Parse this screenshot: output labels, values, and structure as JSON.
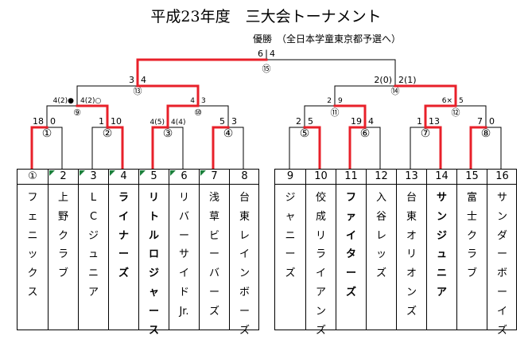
{
  "title": "平成23年度　三大会トーナメント",
  "subtitle": "優勝　（全日本学童東京都予選へ）",
  "colors": {
    "winner_line": "#e8202a",
    "line": "#000000",
    "seed_flag": "#1a7f3a"
  },
  "teams": [
    {
      "no": "①",
      "name": "フェニックス",
      "winner": false,
      "flag": false
    },
    {
      "no": "2",
      "name": "上野クラブ",
      "winner": false,
      "flag": true
    },
    {
      "no": "3",
      "name": "LCジュニア",
      "winner": false,
      "flag": true
    },
    {
      "no": "4",
      "name": "ライナーズ",
      "winner": true,
      "flag": true
    },
    {
      "no": "5",
      "name": "リトルロジャース",
      "winner": true,
      "flag": true
    },
    {
      "no": "6",
      "name": "リバーサイドJr.",
      "winner": false,
      "flag": true
    },
    {
      "no": "7",
      "name": "浅草ビーバーズ",
      "winner": false,
      "flag": true
    },
    {
      "no": "8",
      "name": "台東レインボーズ",
      "winner": false,
      "flag": false
    },
    {
      "no": "9",
      "name": "ジャニーズ",
      "winner": false,
      "flag": false
    },
    {
      "no": "10",
      "name": "佼成リライアンズ",
      "winner": false,
      "flag": false
    },
    {
      "no": "11",
      "name": "ファイターズ",
      "winner": true,
      "flag": false
    },
    {
      "no": "12",
      "name": "入谷レッズ",
      "winner": false,
      "flag": false
    },
    {
      "no": "13",
      "name": "台東オリオンズ",
      "winner": false,
      "flag": false
    },
    {
      "no": "14",
      "name": "サンジュニア",
      "winner": true,
      "flag": false
    },
    {
      "no": "15",
      "name": "富士クラブ",
      "winner": false,
      "flag": false
    },
    {
      "no": "16",
      "name": "サンダーボーイズ",
      "winner": false,
      "flag": false
    }
  ],
  "matches": [
    {
      "no": "①",
      "left": {
        "teams": [
          0
        ],
        "score": "18"
      },
      "right": {
        "teams": [
          1
        ],
        "score": "0"
      },
      "winner": "left"
    },
    {
      "no": "②",
      "left": {
        "teams": [
          2
        ],
        "score": "1"
      },
      "right": {
        "teams": [
          3
        ],
        "score": "10"
      },
      "winner": "right"
    },
    {
      "no": "③",
      "left": {
        "teams": [
          4
        ],
        "score": "4(5)"
      },
      "right": {
        "teams": [
          5
        ],
        "score": "4(4)"
      },
      "winner": "left"
    },
    {
      "no": "④",
      "left": {
        "teams": [
          6
        ],
        "score": "5"
      },
      "right": {
        "teams": [
          7
        ],
        "score": "3"
      },
      "winner": "left"
    },
    {
      "no": "⑤",
      "left": {
        "teams": [
          8
        ],
        "score": "2"
      },
      "right": {
        "teams": [
          9
        ],
        "score": "5"
      },
      "winner": "right"
    },
    {
      "no": "⑥",
      "left": {
        "teams": [
          10
        ],
        "score": "19"
      },
      "right": {
        "teams": [
          11
        ],
        "score": "4"
      },
      "winner": "left"
    },
    {
      "no": "⑦",
      "left": {
        "teams": [
          12
        ],
        "score": "1"
      },
      "right": {
        "teams": [
          13
        ],
        "score": "13"
      },
      "winner": "right"
    },
    {
      "no": "⑧",
      "left": {
        "teams": [
          14
        ],
        "score": "7"
      },
      "right": {
        "teams": [
          15
        ],
        "score": "0"
      },
      "winner": "left"
    },
    {
      "no": "⑨",
      "left": {
        "teams": [
          0,
          1
        ],
        "score": "4(2)●"
      },
      "right": {
        "teams": [
          2,
          3
        ],
        "score": "4(2)○"
      },
      "winner": "right"
    },
    {
      "no": "⑩",
      "left": {
        "teams": [
          4,
          5
        ],
        "score": "4"
      },
      "right": {
        "teams": [
          6,
          7
        ],
        "score": "3"
      },
      "winner": "left"
    },
    {
      "no": "⑪",
      "left": {
        "teams": [
          8,
          9
        ],
        "score": "2"
      },
      "right": {
        "teams": [
          10,
          11
        ],
        "score": "9"
      },
      "winner": "right"
    },
    {
      "no": "⑫",
      "left": {
        "teams": [
          12,
          13
        ],
        "score": "6×"
      },
      "right": {
        "teams": [
          14,
          15
        ],
        "score": "5"
      },
      "winner": "left"
    },
    {
      "no": "⑬",
      "left": {
        "teams": [
          0,
          1,
          2,
          3
        ],
        "score": "3"
      },
      "right": {
        "teams": [
          4,
          5,
          6,
          7
        ],
        "score": "4"
      },
      "winner": "right"
    },
    {
      "no": "⑭",
      "left": {
        "teams": [
          8,
          9,
          10,
          11
        ],
        "score": "2(0)"
      },
      "right": {
        "teams": [
          12,
          13,
          14,
          15
        ],
        "score": "2(1)"
      },
      "winner": "right"
    },
    {
      "no": "⑮",
      "left": {
        "teams": [
          0,
          1,
          2,
          3,
          4,
          5,
          6,
          7
        ],
        "score": "6"
      },
      "right": {
        "teams": [
          8,
          9,
          10,
          11,
          12,
          13,
          14,
          15
        ],
        "score": "4"
      },
      "winner": "left"
    }
  ]
}
